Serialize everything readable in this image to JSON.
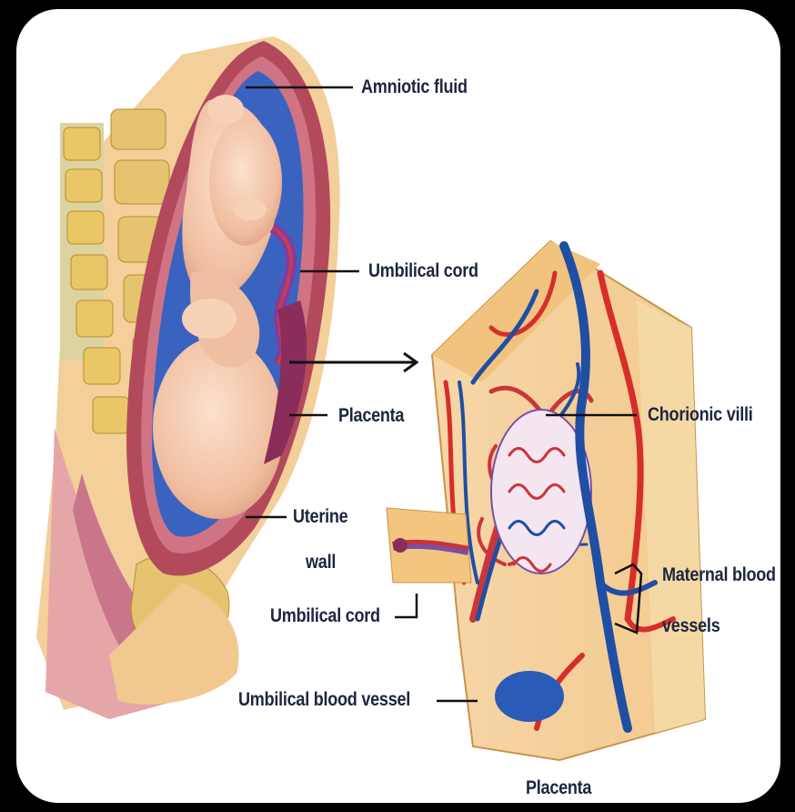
{
  "labels": {
    "amniotic_fluid": "Amniotic fluid",
    "umbilical_cord_top": "Umbilical cord",
    "placenta_left": "Placenta",
    "uterine_wall_line1": "Uterine",
    "uterine_wall_line2": "wall",
    "umbilical_cord_bottom": "Umbilical cord",
    "umbilical_blood_vessel": "Umbilical blood vessel",
    "chorionic_villi": "Chorionic villi",
    "maternal_blood_line1": "Maternal blood",
    "maternal_blood_line2": "vessels",
    "placenta_bottom": "Placenta"
  },
  "colors": {
    "background": "#000000",
    "panel": "#ffffff",
    "label_text": "#1d2540",
    "skin": "#f2c4a4",
    "uterus_muscle": "#b24a5c",
    "vertebra": "#e9c766",
    "artery_red": "#d62e2a",
    "vein_blue": "#1f4fa3",
    "amniotic_blue": "#3a63c0"
  }
}
